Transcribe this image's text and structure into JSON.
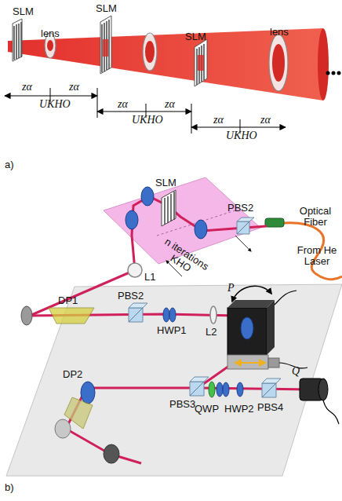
{
  "diagram": {
    "labels": [
      "SLM",
      "lens",
      "SLM",
      "SLM",
      "lens",
      "zα",
      "zα",
      "UKHO",
      "zα",
      "zα",
      "UKHO",
      "zα",
      "zα",
      "UKHO",
      "a)",
      "SLM",
      "PBS2",
      "Optical Fiber",
      "From He Laser",
      "n iterations KHO",
      "L1",
      "DP1",
      "PBS2",
      "HWP1",
      "L2",
      "P",
      "Q",
      "PBS3",
      "QWP",
      "HWP2",
      "PBS4",
      "DP2",
      "b)"
    ]
  }
}
